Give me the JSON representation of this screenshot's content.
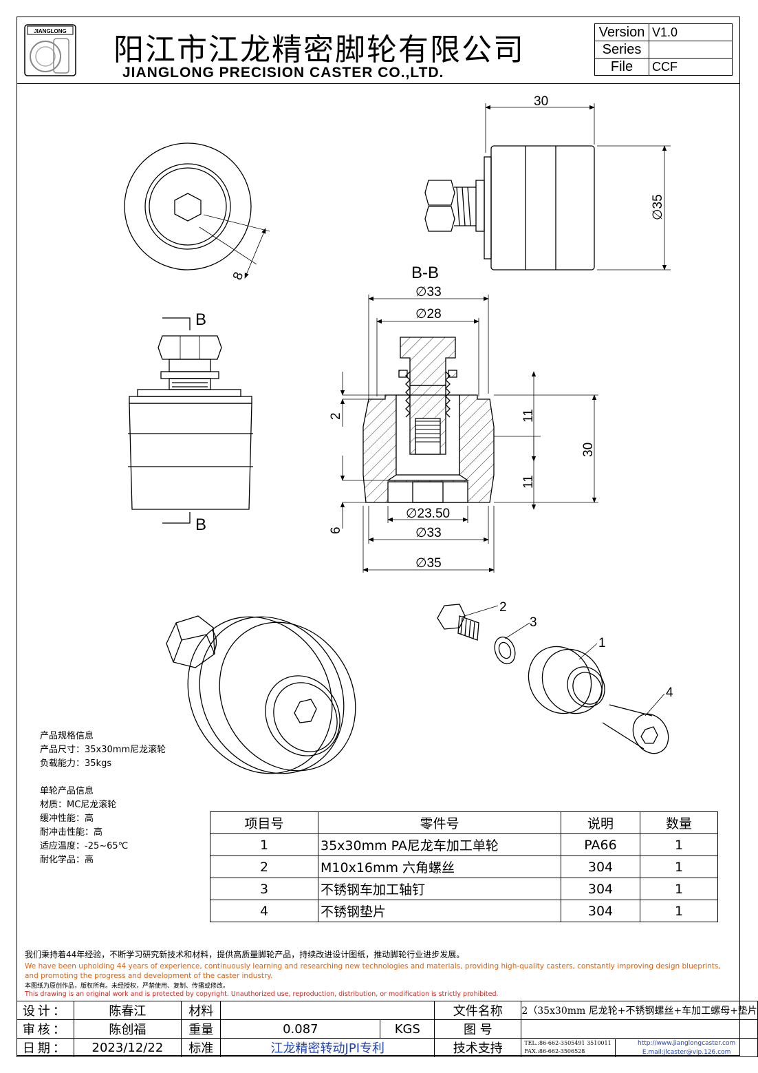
{
  "header": {
    "logo_text": "JIANGLONG",
    "title_cn": "阳江市江龙精密脚轮有限公司",
    "title_en": "JIANGLONG PRECISION CASTER CO.,LTD.",
    "version_label": "Version",
    "version_value": "V1.0",
    "series_label": "Series",
    "series_value": "",
    "file_label": "File",
    "file_value": "CCF"
  },
  "drawing": {
    "section_label": "B-B",
    "cut_label_top": "B",
    "cut_label_bottom": "B",
    "dims": {
      "width_30": "30",
      "dia_35_side": "∅35",
      "hex_8": "8",
      "dia_33_top": "∅33",
      "dia_28": "∅28",
      "dim_2": "2",
      "dim_11_top": "11",
      "dim_30_height": "30",
      "dim_11_bottom": "11",
      "dia_23_50": "∅23.50",
      "dim_6": "6",
      "dia_33_bottom": "∅33",
      "dia_35_bottom": "∅35"
    },
    "balloons": {
      "b1": "1",
      "b2": "2",
      "b3": "3",
      "b4": "4"
    }
  },
  "product_info": {
    "spec_title": "产品规格信息",
    "size": "产品尺寸：35x30mm尼龙滚轮",
    "load": "负载能力：35kgs",
    "single_title": "单轮产品信息",
    "material": "材质：MC尼龙滚轮",
    "buffer": "缓冲性能：高",
    "impact": "耐冲击性能：高",
    "temperature": "适应温度：-25~65℃",
    "chemical": "耐化学品：高"
  },
  "parts_table": {
    "headers": [
      "项目号",
      "零件号",
      "说明",
      "数量"
    ],
    "rows": [
      {
        "item": "1",
        "part": "35x30mm PA尼龙车加工单轮",
        "desc": "PA66",
        "qty": "1"
      },
      {
        "item": "2",
        "part": "M10x16mm 六角螺丝",
        "desc": "304",
        "qty": "1"
      },
      {
        "item": "3",
        "part": "不锈钢车加工轴钉",
        "desc": "304",
        "qty": "1"
      },
      {
        "item": "4",
        "part": "不锈钢垫片",
        "desc": "304",
        "qty": "1"
      }
    ]
  },
  "notes": {
    "cn": "我们秉持着44年经验，不断学习研究新技术和材料，提供高质量脚轮产品，持续改进设计图纸，推动脚轮行业进步发展。",
    "en_1": "We have been upholding 44 years of experience, continuously learning and researching new technologies and materials, providing high-quality casters, constantly improving design blueprints,",
    "en_2": "and promoting the progress and development of the caster industry.",
    "copyright_cn": "本图纸为原创作品，版权所有。未经授权，严禁使用、复制、传播或修改。",
    "copyright_en": "This drawing is an original work and is protected by copyright. Unauthorized use, reproduction, distribution, or modification is strictly prohibited."
  },
  "title_block": {
    "design_label": "设计：",
    "design_value": "陈春江",
    "material_label": "材料",
    "material_value": "",
    "filename_label": "文件名称",
    "filename_value": "2（35x30mm 尼龙轮+不锈钢螺丝+车加工螺母+垫片",
    "review_label": "审核：",
    "review_value": "陈创福",
    "weight_label": "重量",
    "weight_value": "0.087",
    "weight_unit": "KGS",
    "drawing_no_label": "图    号",
    "drawing_no_value": "",
    "date_label": "日期：",
    "date_value": "2023/12/22",
    "standard_label": "标准",
    "standard_value": "江龙精密转动JPI专利",
    "support_label": "技术支持",
    "tel": "TEL.:86-662-3505491 3510011",
    "fax": "FAX.:86-662-3506528",
    "website": "http://www.jianglongcaster.com",
    "email": "E.mail:jlcaster@vip.126.com"
  }
}
